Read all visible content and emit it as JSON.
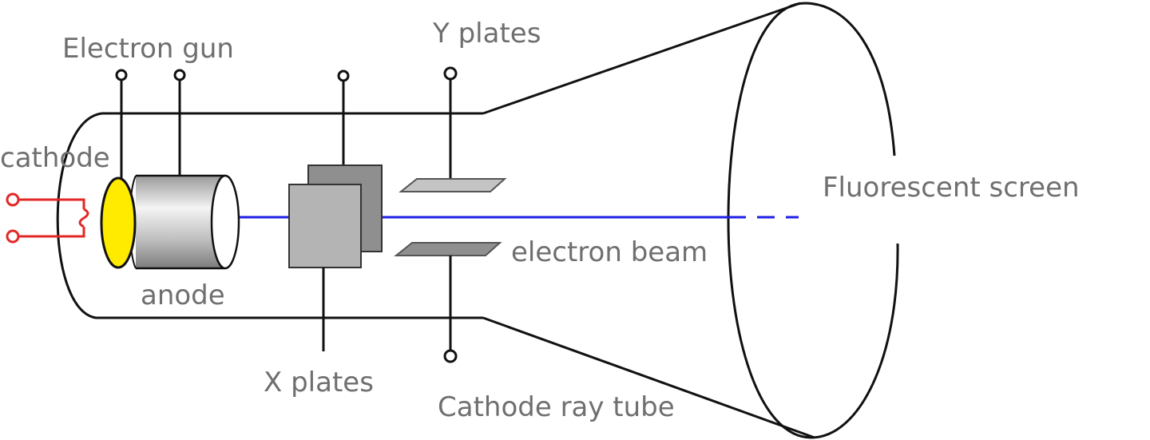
{
  "labels": {
    "electron_gun": "Electron gun",
    "y_plates": "Y plates",
    "cathode": "cathode",
    "fluorescent_screen": "Fluorescent screen",
    "electron_beam": "electron beam",
    "anode": "anode",
    "x_plates": "X plates",
    "cathode_ray_tube": "Cathode ray tube"
  },
  "colors": {
    "beam": "#1f1fe6",
    "cathode": "#ffeb00",
    "heater_wire": "#e32626",
    "outline": "#111111",
    "label_text": "#6f6f6f"
  }
}
